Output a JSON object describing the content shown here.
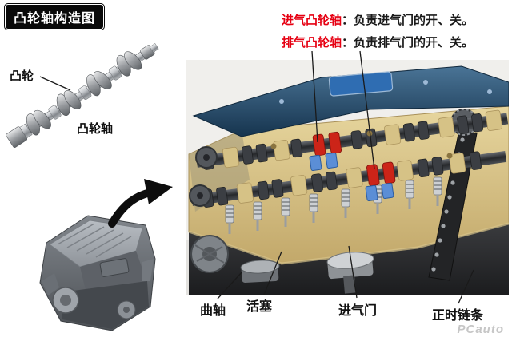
{
  "title": "凸轮轴构造图",
  "camshaft_figure": {
    "cam_label": "凸轮",
    "shaft_label": "凸轮轴"
  },
  "top_annotations": [
    {
      "term": "进气凸轮轴",
      "desc": "：负责进气门的开、关。"
    },
    {
      "term": "排气凸轮轴",
      "desc": "：负责排气门的开、关。"
    }
  ],
  "bottom_labels": [
    "曲轴",
    "活塞",
    "进气门",
    "正时链条"
  ],
  "watermark": "PCauto",
  "colors": {
    "term_red": "#e60012",
    "title_bg": "#0a0a0a",
    "title_fg": "#ffffff",
    "deck_tan": "#dbc88f",
    "cover_blue": "#2c5578",
    "cam_red": "#cc2418",
    "tappet_blue": "#5b8ed6"
  }
}
